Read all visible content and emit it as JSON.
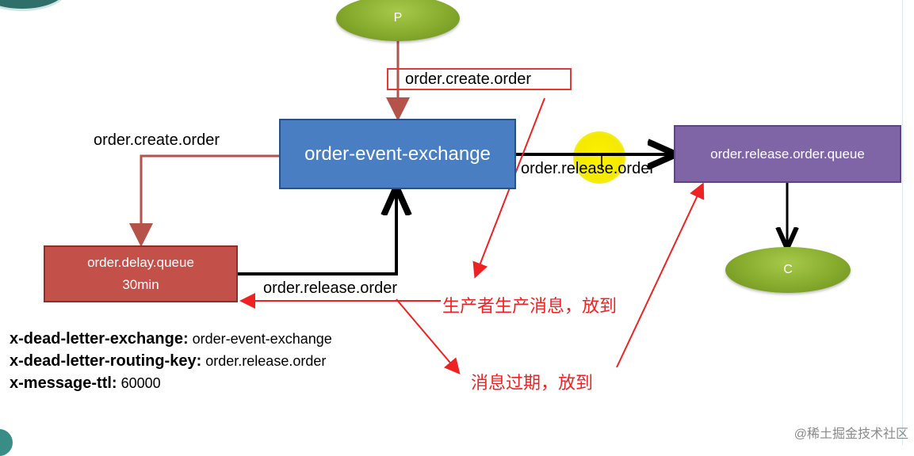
{
  "nodes": {
    "producer": "P",
    "consumer": "C",
    "exchange": "order-event-exchange",
    "release_queue": "order.release.order.queue",
    "delay_queue_name": "order.delay.queue",
    "delay_queue_ttl": "30min"
  },
  "routing_keys": {
    "top": "order.create.order",
    "left": "order.create.order",
    "right": "order.release.order",
    "bottom": "order.release.order"
  },
  "annotations": {
    "producer_note": "生产者生产消息，放到",
    "expired_note": "消息过期，放到"
  },
  "queue_args": [
    {
      "key": "x-dead-letter-exchange:",
      "value": "order-event-exchange"
    },
    {
      "key": "x-dead-letter-routing-key:",
      "value": "order.release.order"
    },
    {
      "key": "x-message-ttl:",
      "value": "60000"
    }
  ],
  "watermark": "@稀土掘金技术社区",
  "colors": {
    "exchange": "#4a7ec2",
    "release_queue": "#8065a6",
    "delay_queue": "#c4504a",
    "producer_consumer": "#86ab2d",
    "create_flow": "#b5524a",
    "release_flow": "#000000",
    "annotation": "#ee2222",
    "highlight": "#fff200"
  }
}
